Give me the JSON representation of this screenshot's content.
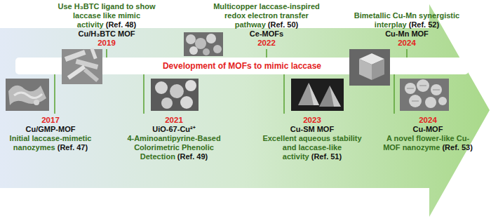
{
  "diagram": {
    "nodes": [
      {
        "text": [
          "Development of MOFs to mimic laccase"
        ]
      }
    ],
    "labels": [
      "Use H₃BTC ligand to show laccase like mimic activity",
      "(Ref. 48)",
      "Cu/H₃BTC MOF",
      "2019",
      "Multicopper laccase-inspired redox electron transfer pathway",
      "(Ref. 50)",
      "Ce-MOFs",
      "2022",
      "Bimetallic Cu-Mn synergistic interplay",
      "(Ref. 52)",
      "Cu-Mn MOF",
      "2024",
      "2017",
      "Cu/GMP-MOF",
      "Initial laccase-mimetic nanozymes",
      "(Ref. 47)",
      "2021",
      "UiO-67-Cu²⁺",
      "4-Aminoantipyrine-Based Colorimetric Phenolic Detection",
      "(Ref. 49)",
      "2023",
      "Cu-SM MOF",
      "Excellent aqueous stability and laccase-like activity",
      "(Ref. 51)",
      "2024",
      "Cu-MOF",
      "A novel flower-like Cu-MOF nanozyme",
      "(Ref. 53)"
    ]
  }
}
